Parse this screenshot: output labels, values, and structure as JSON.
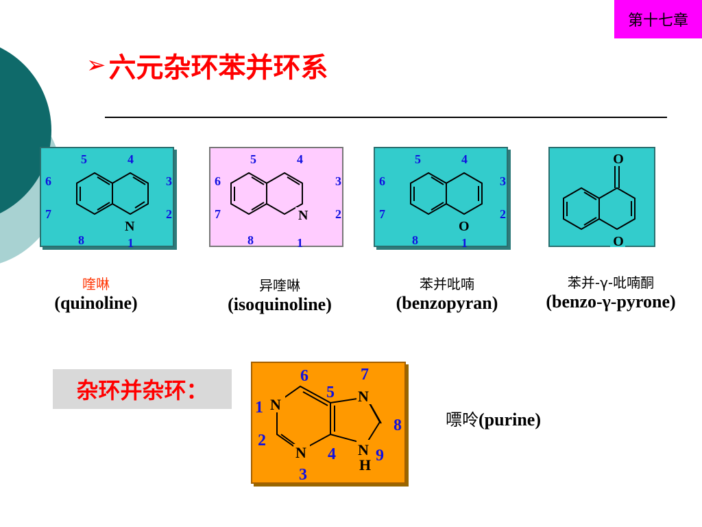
{
  "chapter": "第十七章",
  "title": "六元杂环苯并环系",
  "bullet": "➢",
  "structures": [
    {
      "cn": "喹啉",
      "en": "(quinoline)",
      "cn_color": "#ff3300",
      "atoms": {
        "N": "N"
      },
      "nums": {
        "n5": "5",
        "n4": "4",
        "n6": "6",
        "n3": "3",
        "n7": "7",
        "n2": "2",
        "n8": "8",
        "n1": "1"
      }
    },
    {
      "cn": "异喹啉",
      "en": "(isoquinoline)",
      "cn_color": "#000000",
      "atoms": {
        "N": "N"
      },
      "nums": {
        "n5": "5",
        "n4": "4",
        "n6": "6",
        "n3": "3",
        "n7": "7",
        "n2": "2",
        "n8": "8",
        "n1": "1"
      }
    },
    {
      "cn": "苯并吡喃",
      "en": "(benzopyran)",
      "cn_color": "#000000",
      "atoms": {
        "O": "O"
      },
      "nums": {
        "n5": "5",
        "n4": "4",
        "n6": "6",
        "n3": "3",
        "n7": "7",
        "n2": "2",
        "n8": "8",
        "n1": "1"
      }
    },
    {
      "cn": "苯并-γ-吡喃酮",
      "en": "(benzo-γ-pyrone)",
      "cn_color": "#000000",
      "atoms": {
        "O_top": "O",
        "O_ring": "O"
      }
    }
  ],
  "fused_heading": "杂环并杂环：",
  "purine": {
    "label_cn": "嘌呤",
    "label_en": "(purine)",
    "atoms": {
      "N1": "N",
      "N3": "N",
      "N7": "N",
      "N9": "N",
      "H": "H"
    },
    "nums": {
      "n1": "1",
      "n2": "2",
      "n3": "3",
      "n4": "4",
      "n5": "5",
      "n6": "6",
      "n7": "7",
      "n8": "8",
      "n9": "9"
    }
  },
  "colors": {
    "title": "#ff0000",
    "number_blue": "#1010e0",
    "card_teal": "#33cccc",
    "card_pink": "#ffccff",
    "card_orange": "#ff9900",
    "chapter_tag": "#ff00ff"
  }
}
